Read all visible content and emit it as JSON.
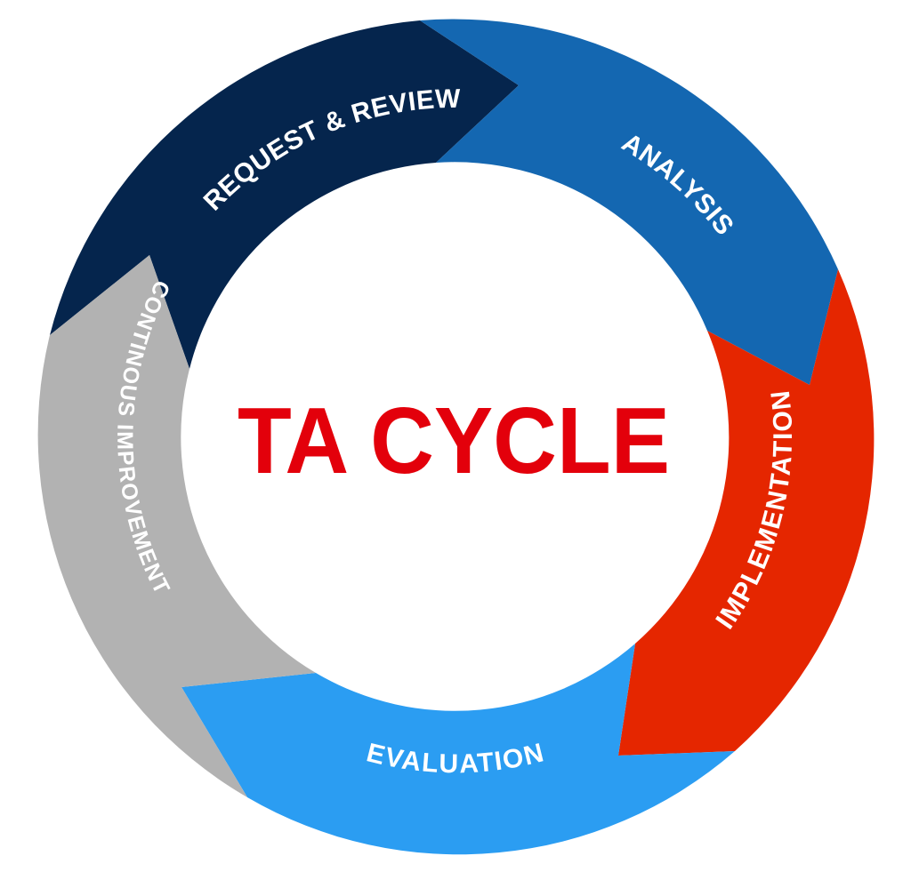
{
  "diagram": {
    "title": "TA CYCLE",
    "title_color": "#E3000B",
    "background_color": "#FFFFFF",
    "arrow_direction": "clockwise",
    "segments": [
      {
        "id": "request-review",
        "label": "REQUEST & REVIEW",
        "color": "#05254D",
        "order": 1
      },
      {
        "id": "analysis",
        "label": "ANALYSIS",
        "color": "#1467B1",
        "order": 2
      },
      {
        "id": "implementation",
        "label": "IMPLEMENTATION",
        "color": "#E52600",
        "order": 3
      },
      {
        "id": "evaluation",
        "label": "EVALUATION",
        "color": "#2B9DF2",
        "order": 4
      },
      {
        "id": "continuous-improvement",
        "label": "CONTINOUS IMPROVEMENT",
        "color": "#B2B2B2",
        "order": 5
      }
    ]
  }
}
